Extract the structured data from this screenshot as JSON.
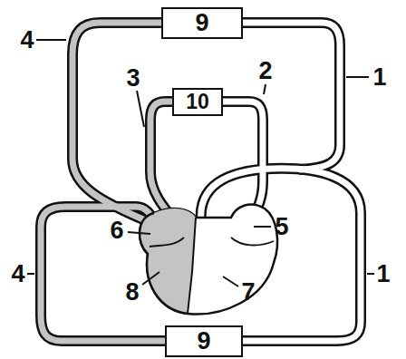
{
  "diagram": {
    "nodes": [
      {
        "text": [
          "9"
        ]
      },
      {
        "text": [
          "10"
        ]
      },
      {
        "text": [
          "9"
        ]
      }
    ],
    "labels": [
      "4",
      "3",
      "2",
      "1",
      "6",
      "5",
      "4",
      "8",
      "7",
      "1"
    ]
  }
}
